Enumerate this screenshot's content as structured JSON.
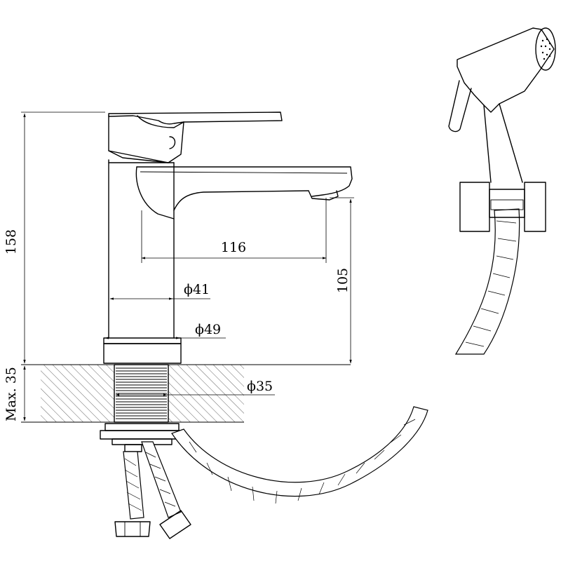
{
  "dimensions": {
    "height_total": "158",
    "spout_reach": "116",
    "spout_height": "105",
    "body_diameter": "ϕ41",
    "base_diameter": "ϕ49",
    "mount_hole_diameter": "ϕ35",
    "max_counter_thickness": "Max. 35"
  },
  "icons": [
    "faucet-icon",
    "hand-shower-icon",
    "braided-hose-icon",
    "counter-hatch-icon"
  ]
}
